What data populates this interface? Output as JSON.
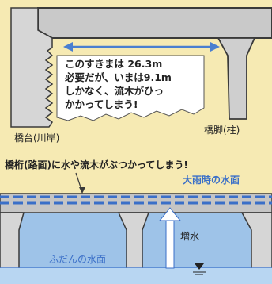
{
  "top_panel": {
    "callout_lines": [
      "このすきまは 26.3m",
      "必要だが、いまは9.1m",
      "しかなく、流木がひっ",
      "かかってしまう!"
    ],
    "abutment_label": "橋台(川岸)",
    "pier_label": "橋脚(柱)"
  },
  "bottom_panel": {
    "headline": "橋桁(路面)に水や流木がぶつかってしまう!",
    "flood_level_label": "大雨時の水面",
    "rise_label": "増水",
    "normal_level_label": "ふだんの水面"
  },
  "colors": {
    "background": "#f6eab3",
    "structure_fill": "#c9c9c9",
    "structure_stroke": "#3a3a3a",
    "callout_fill": "#ffffff",
    "arrow_blue": "#4a7fd0",
    "flood_blue": "#3a6fc8",
    "water_blue": "#9ec3e8",
    "text_dark": "#222222"
  }
}
